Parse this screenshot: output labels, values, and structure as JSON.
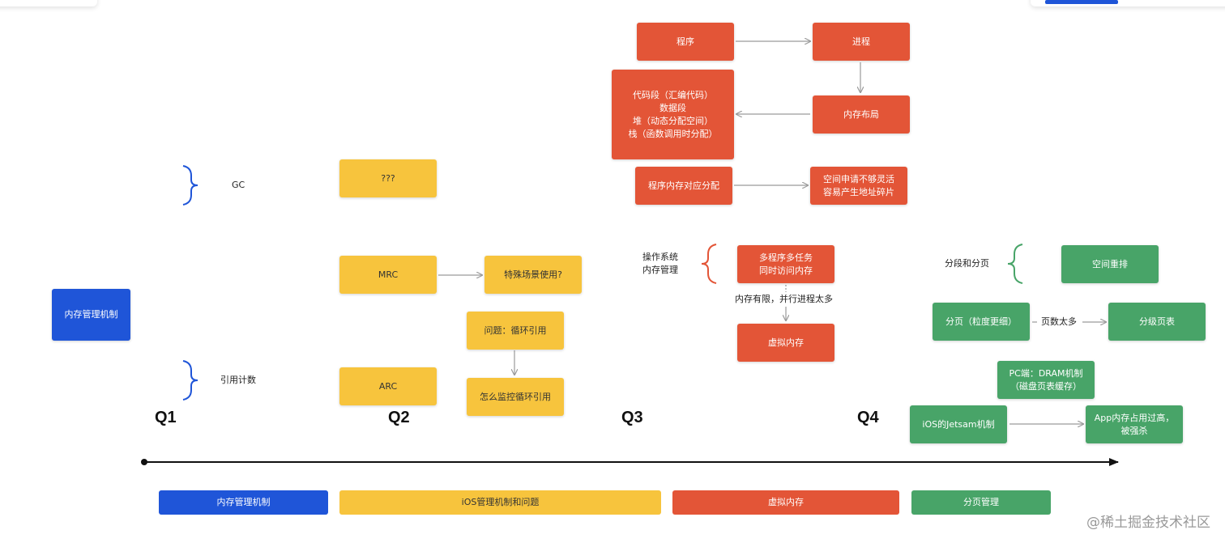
{
  "colors": {
    "blue": "#1f55d8",
    "yellow": "#f7c43d",
    "red": "#e35537",
    "green": "#48a468",
    "axis": "#111111"
  },
  "left_node": "内存管理机制",
  "q1": {
    "label": "Q1",
    "gc": "GC",
    "refcount": "引用计数"
  },
  "q2": {
    "label": "Q2",
    "unknown": "???",
    "mrc": "MRC",
    "special_use": "特殊场景使用?",
    "issue": "问题：循环引用",
    "arc": "ARC",
    "monitor": "怎么监控循环引用"
  },
  "q3": {
    "label": "Q3",
    "program": "程序",
    "process": "进程",
    "segments": "代码段（汇编代码）\n数据段\n堆（动态分配空间）\n栈（函数调用时分配）",
    "memory_layout": "内存布局",
    "program_alloc": "程序内存对应分配",
    "space_issue": "空间申请不够灵活\n容易产生地址碎片",
    "os_mm": "操作系统\n内存管理",
    "multi_task": "多程序多任务\n同时访问内存",
    "limit_note": "内存有限，并行进程太多",
    "virtual_memory": "虚拟内存"
  },
  "q4": {
    "label": "Q4",
    "seg_page": "分段和分页",
    "space_rearrange": "空间重排",
    "paging": "分页（粒度更细）",
    "too_many_pages": "页数太多",
    "multi_level": "分级页表",
    "pc_dram": "PC端：DRAM机制\n（磁盘页表缓存）",
    "jetsam": "iOS的Jetsam机制",
    "app_killed": "App内存占用过高，\n被强杀"
  },
  "legend": [
    "内存管理机制",
    "iOS管理机制和问题",
    "虚拟内存",
    "分页管理"
  ],
  "watermark": "@稀土掘金技术社区"
}
